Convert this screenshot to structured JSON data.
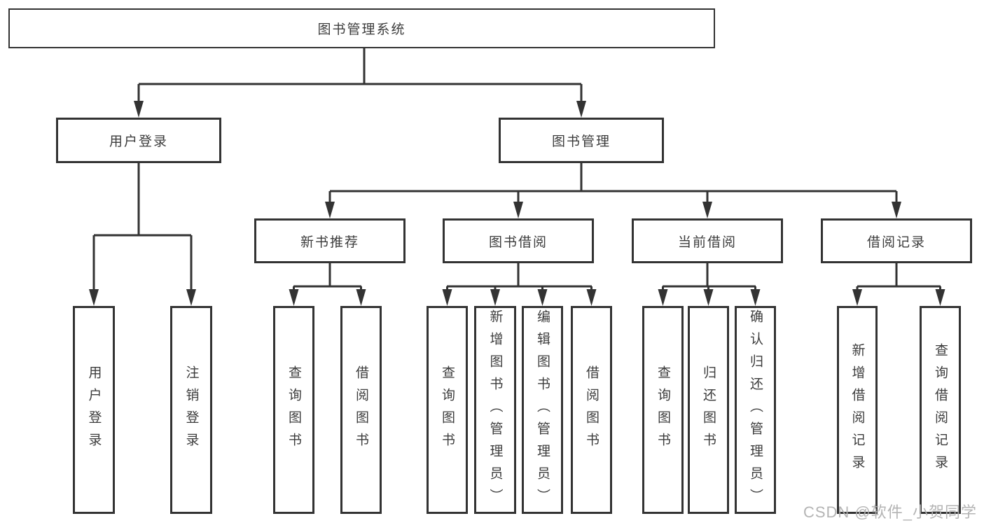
{
  "diagram": {
    "type": "hierarchy-tree",
    "orientation": "top-down"
  },
  "colors": {
    "background": "#ffffff",
    "box_fill": "#ffffff",
    "box_border": "#333333",
    "line": "#333333",
    "text": "#3c3c3c",
    "watermark": "#b0b0b0"
  },
  "tree": {
    "root": {
      "label": "图书管理系统"
    },
    "branches": [
      {
        "label": "用户登录",
        "children": [
          {
            "label": "用户登录"
          },
          {
            "label": "注销登录"
          }
        ]
      },
      {
        "label": "图书管理",
        "sections": [
          {
            "label": "新书推荐",
            "children": [
              {
                "label": "查询图书"
              },
              {
                "label": "借阅图书"
              }
            ]
          },
          {
            "label": "图书借阅",
            "children": [
              {
                "label": "查询图书"
              },
              {
                "label": "新增图书（管理员）"
              },
              {
                "label": "编辑图书（管理员）"
              },
              {
                "label": "借阅图书"
              }
            ]
          },
          {
            "label": "当前借阅",
            "children": [
              {
                "label": "查询图书"
              },
              {
                "label": "归还图书"
              },
              {
                "label": "确认归还（管理员）"
              }
            ]
          },
          {
            "label": "借阅记录",
            "children": [
              {
                "label": "新增借阅记录"
              },
              {
                "label": "查询借阅记录"
              }
            ]
          }
        ]
      }
    ]
  },
  "watermark": {
    "text": "CSDN @软件_小贺同学"
  }
}
